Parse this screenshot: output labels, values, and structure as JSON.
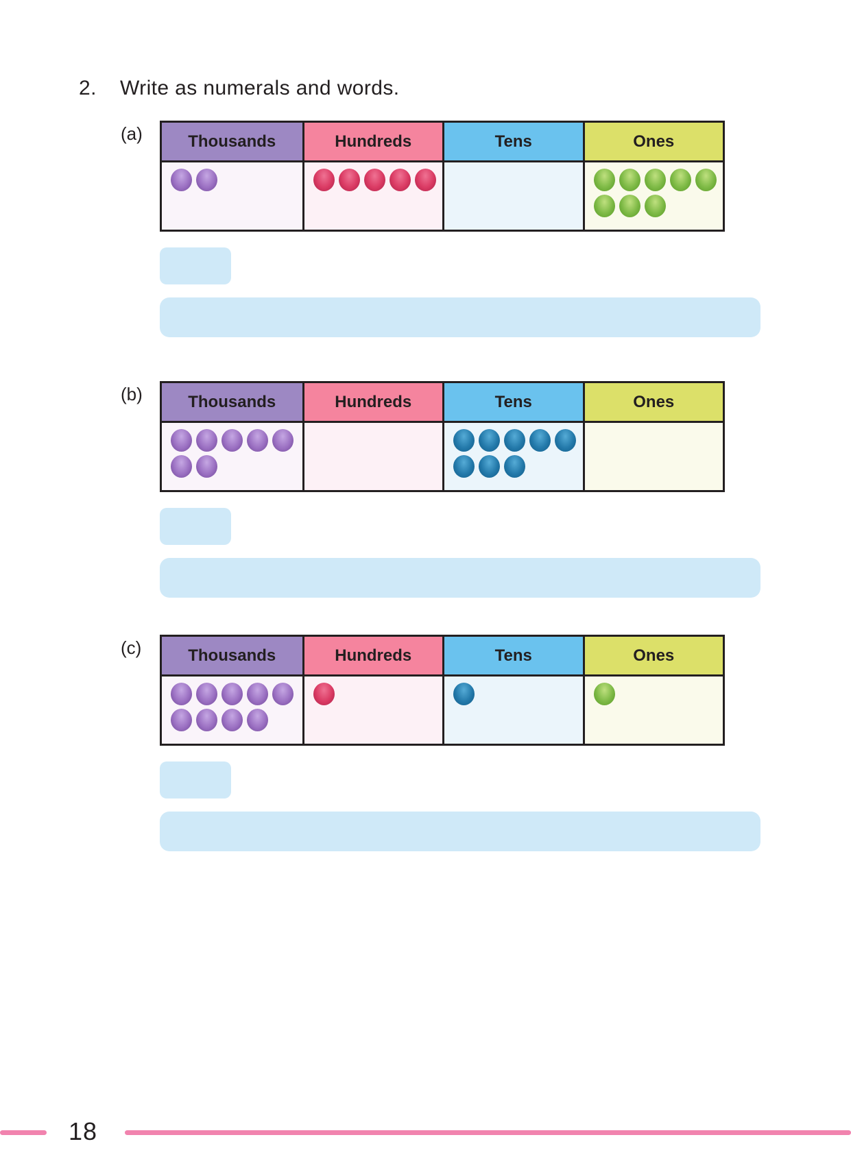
{
  "question": {
    "number": "2.",
    "text": "Write as numerals and words."
  },
  "table": {
    "columns": [
      {
        "id": "thousands",
        "label": "Thousands",
        "bead": "purple"
      },
      {
        "id": "hundreds",
        "label": "Hundreds",
        "bead": "red"
      },
      {
        "id": "tens",
        "label": "Tens",
        "bead": "blue"
      },
      {
        "id": "ones",
        "label": "Ones",
        "bead": "green"
      }
    ]
  },
  "problems": [
    {
      "label": "(a)",
      "counts": {
        "thousands": 2,
        "hundreds": 5,
        "tens": 0,
        "ones": 8
      }
    },
    {
      "label": "(b)",
      "counts": {
        "thousands": 7,
        "hundreds": 0,
        "tens": 8,
        "ones": 0
      }
    },
    {
      "label": "(c)",
      "counts": {
        "thousands": 9,
        "hundreds": 1,
        "tens": 1,
        "ones": 1
      }
    }
  ],
  "footer": {
    "page_number": "18"
  },
  "colors": {
    "text": "#231f20",
    "table_border": "#231f20",
    "header_thousands": "#9d88c3",
    "header_hundreds": "#f5849e",
    "header_tens": "#6ac2ee",
    "header_ones": "#dce069",
    "cell_thousands": "#faf4fa",
    "cell_hundreds": "#fdf1f6",
    "cell_tens": "#ebf5fb",
    "cell_ones": "#fafaeb",
    "answer_box": "#cfe9f8",
    "footer_line": "#f183ae",
    "bead_purple": {
      "light": "#c5a7e3",
      "mid": "#9b70c2",
      "dark": "#6f4697"
    },
    "bead_red": {
      "light": "#ef7293",
      "mid": "#da3a63",
      "dark": "#a92148"
    },
    "bead_blue": {
      "light": "#55abd6",
      "mid": "#2379aa",
      "dark": "#115a85"
    },
    "bead_green": {
      "light": "#bfe07f",
      "mid": "#7db945",
      "dark": "#579826"
    }
  }
}
